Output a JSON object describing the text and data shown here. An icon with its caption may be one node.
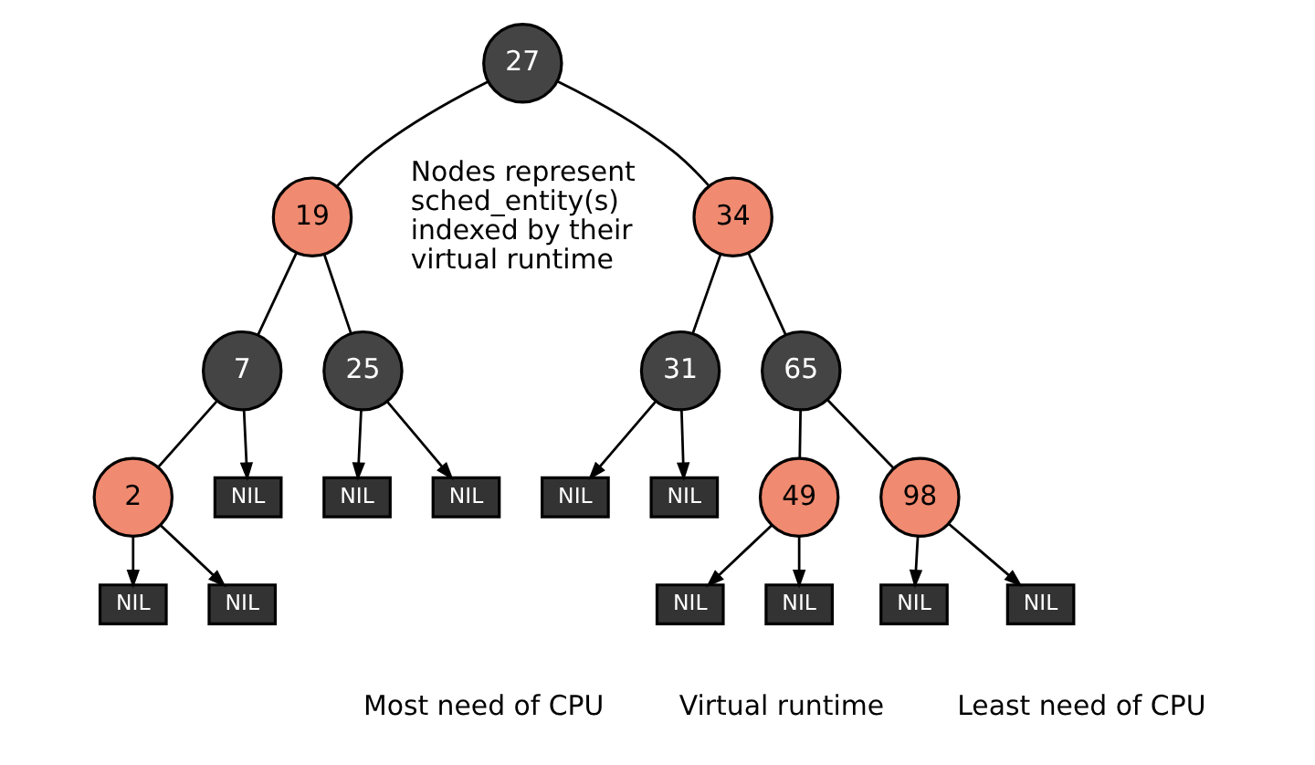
{
  "diagram": {
    "nodes": [
      {
        "text": [
          "27"
        ]
      },
      {
        "text": [
          "19"
        ]
      },
      {
        "text": [
          "34"
        ]
      },
      {
        "text": [
          "7"
        ]
      },
      {
        "text": [
          "25"
        ]
      },
      {
        "text": [
          "31"
        ]
      },
      {
        "text": [
          "65"
        ]
      },
      {
        "text": [
          "2"
        ]
      },
      {
        "text": [
          "NIL"
        ]
      },
      {
        "text": [
          "NIL"
        ]
      },
      {
        "text": [
          "NIL"
        ]
      },
      {
        "text": [
          "NIL"
        ]
      },
      {
        "text": [
          "NIL"
        ]
      },
      {
        "text": [
          "49"
        ]
      },
      {
        "text": [
          "98"
        ]
      },
      {
        "text": [
          "NIL"
        ]
      },
      {
        "text": [
          "NIL"
        ]
      },
      {
        "text": [
          "NIL"
        ]
      },
      {
        "text": [
          "NIL"
        ]
      },
      {
        "text": [
          "NIL"
        ]
      },
      {
        "text": [
          "NIL"
        ]
      }
    ],
    "edges": [
      {
        "from": 0,
        "to": 1,
        "arrow": "none"
      },
      {
        "from": 0,
        "to": 2,
        "arrow": "none"
      },
      {
        "from": 1,
        "to": 3,
        "arrow": "none"
      },
      {
        "from": 1,
        "to": 4,
        "arrow": "none"
      },
      {
        "from": 2,
        "to": 5,
        "arrow": "none"
      },
      {
        "from": 2,
        "to": 6,
        "arrow": "none"
      },
      {
        "from": 3,
        "to": 7,
        "arrow": "none"
      },
      {
        "from": 3,
        "to": 8,
        "arrow": "to"
      },
      {
        "from": 4,
        "to": 9,
        "arrow": "to"
      },
      {
        "from": 4,
        "to": 10,
        "arrow": "to"
      },
      {
        "from": 5,
        "to": 11,
        "arrow": "to"
      },
      {
        "from": 5,
        "to": 12,
        "arrow": "to"
      },
      {
        "from": 6,
        "to": 13,
        "arrow": "none"
      },
      {
        "from": 6,
        "to": 14,
        "arrow": "none"
      },
      {
        "from": 7,
        "to": 15,
        "arrow": "to"
      },
      {
        "from": 7,
        "to": 16,
        "arrow": "to"
      },
      {
        "from": 13,
        "to": 17,
        "arrow": "to"
      },
      {
        "from": 13,
        "to": 18,
        "arrow": "to"
      },
      {
        "from": 14,
        "to": 19,
        "arrow": "to"
      },
      {
        "from": 14,
        "to": 20,
        "arrow": "to"
      }
    ],
    "labels": [
      "Nodes represent sched_entity(s) indexed by their virtual runtime",
      "Virtual runtime",
      "Most need of CPU",
      "Least need of CPU"
    ]
  }
}
